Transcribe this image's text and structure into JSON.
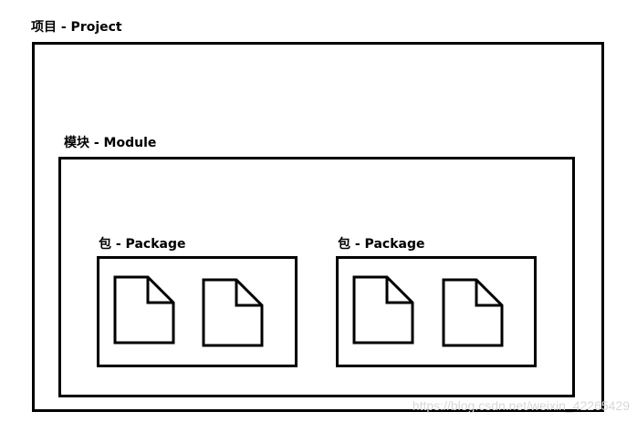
{
  "project": {
    "label": "项目 - Project"
  },
  "module": {
    "label": "模块 - Module"
  },
  "packages": [
    {
      "label": "包 - Package",
      "files": [
        "file-icon",
        "file-icon"
      ]
    },
    {
      "label": "包 - Package",
      "files": [
        "file-icon",
        "file-icon"
      ]
    }
  ],
  "watermark": "https://blog.csdn.net/weixin_42265429"
}
